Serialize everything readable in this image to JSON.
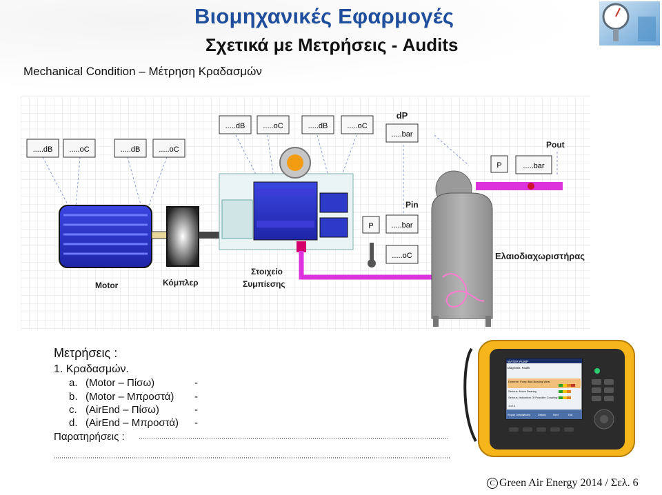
{
  "header": {
    "title": "Βιομηχανικές Εφαρμογές",
    "subtitle": "Σχετικά με Μετρήσεις - Audits",
    "section": "Mechanical Condition – Μέτρηση Κραδασμών"
  },
  "diagram": {
    "sensor_boxes": {
      "db": ".....dB",
      "oc": ".....oC",
      "bar": ".....bar"
    },
    "labels": {
      "dP": "dP",
      "pout": "Pout",
      "pin": "Pin",
      "motor": "Motor",
      "coupler": "Κόμπλερ",
      "compression_1": "Στοιχείο",
      "compression_2": "Συμπίεσης",
      "separator": "Ελαιοδιαχωριστήρας"
    },
    "colors": {
      "motor": "#2233cc",
      "pipe": "#dd33dd",
      "orange": "#f39c12",
      "tank": "#9c9c9c"
    }
  },
  "measurements": {
    "heading": "Μετρήσεις :",
    "item1": "1. Κραδασμών.",
    "rows": [
      {
        "letter": "a.",
        "text": "(Motor – Πίσω)",
        "dash": "-"
      },
      {
        "letter": "b.",
        "text": "(Motor – Μπροστά)",
        "dash": "-"
      },
      {
        "letter": "c.",
        "text": "(AirEnd – Πίσω)",
        "dash": "-"
      },
      {
        "letter": "d.",
        "text": "(AirEnd – Μπροστά)",
        "dash": "-"
      }
    ],
    "notes_label": "Παρατηρήσεις :"
  },
  "device": {
    "screen_title": "WATER PUMP",
    "diagnosis": "Diagnosis: Faults",
    "fault1": "Extreme: Pump Ball Bearing Wear",
    "fault2": "Serious: Motor Bearing",
    "fault3": "Serious: Indication Of Possible Coupling Wear Or",
    "page": "1 of 3",
    "softkeys": [
      "Repair Details",
      "Modify",
      "Details",
      "Next",
      "Exit"
    ]
  },
  "footer": {
    "copyright_symbol": "C",
    "text": "Green Air Energy 2014 / Σελ. 6"
  }
}
